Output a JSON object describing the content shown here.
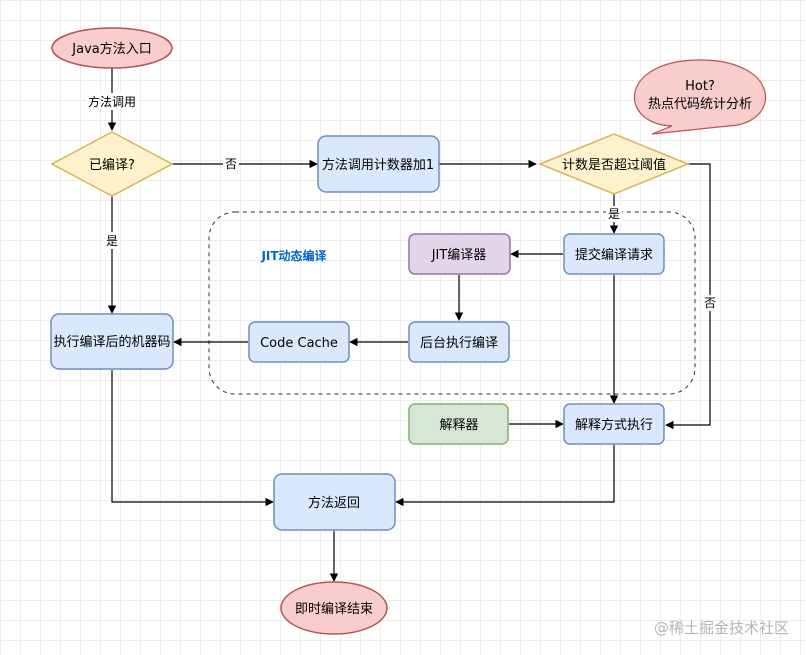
{
  "nodes": {
    "start": "Java方法入口",
    "compiled_check": "已编译?",
    "counter_inc": "方法调用计数器加1",
    "threshold_check": "计数是否超过阈值",
    "hot_callout": [
      "Hot?",
      "热点代码统计分析"
    ],
    "submit_request": "提交编译请求",
    "jit_compiler": "JIT编译器",
    "background_compile": "后台执行编译",
    "code_cache": "Code Cache",
    "exec_machine_code": "执行编译后的机器码",
    "interpreter": "解释器",
    "interpret_exec": "解释方式执行",
    "method_return": "方法返回",
    "end": "即时编译结束"
  },
  "group": {
    "label": "JIT动态编译"
  },
  "edge_labels": {
    "method_call": "方法调用",
    "no_to_counter": "否",
    "yes_to_exec": "是",
    "yes_to_submit": "是",
    "no_to_interpret": "否"
  },
  "watermark": "@稀土掘金技术社区",
  "colors": {
    "ellipse_fill": "#f8cecc",
    "ellipse_stroke": "#b85450",
    "diamond_fill": "#fff2cc",
    "diamond_stroke": "#d6b656",
    "box_fill": "#dae8fc",
    "box_stroke": "#6c8ebf",
    "purple_fill": "#e1d5e7",
    "purple_stroke": "#9673a6",
    "green_fill": "#d5e8d4",
    "green_stroke": "#82b366",
    "group_label": "#0066cc"
  }
}
